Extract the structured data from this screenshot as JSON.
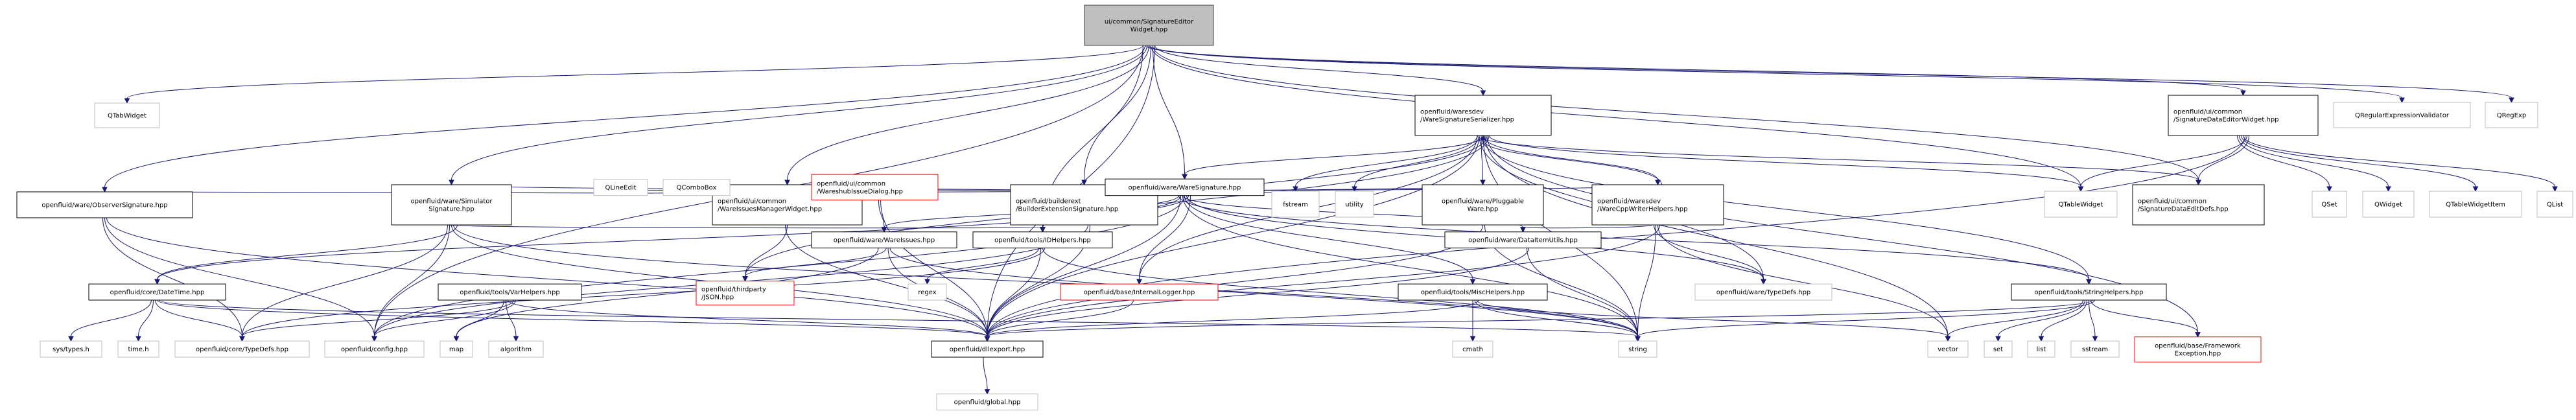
{
  "diagram": {
    "title": "ui/common/SignatureEditorWidget.hpp include dependency graph",
    "colors": {
      "edge": "#191970",
      "root_fill": "#bfbfbf",
      "root_stroke": "#404040",
      "documented_stroke": "#000000",
      "undocumented_stroke": "#bfbfbf",
      "truncated_stroke": "#ff0000"
    },
    "nodes": [
      {
        "id": "root",
        "lines": [
          "ui/common/SignatureEditor",
          "Widget.hpp"
        ],
        "kind": "root"
      },
      {
        "id": "qtabwidget",
        "lines": [
          "QTabWidget"
        ],
        "kind": "external"
      },
      {
        "id": "observersig",
        "lines": [
          "openfluid/ware/ObserverSignature.hpp"
        ],
        "kind": "documented"
      },
      {
        "id": "simulatorsig",
        "lines": [
          "openfluid/ware/Simulator",
          "Signature.hpp"
        ],
        "kind": "documented"
      },
      {
        "id": "wareissuesmgr",
        "lines": [
          "openfluid/ui/common",
          "/WareIssuesManagerWidget.hpp"
        ],
        "kind": "documented"
      },
      {
        "id": "builderextsig",
        "lines": [
          "openfluid/builderext",
          "/BuilderExtensionSignature.hpp"
        ],
        "kind": "documented"
      },
      {
        "id": "fstream",
        "lines": [
          "fstream"
        ],
        "kind": "external"
      },
      {
        "id": "utility",
        "lines": [
          "utility"
        ],
        "kind": "external"
      },
      {
        "id": "serializer",
        "lines": [
          "openfluid/waresdev",
          "/WareSignatureSerializer.hpp"
        ],
        "kind": "documented"
      },
      {
        "id": "pluggable",
        "lines": [
          "openfluid/ware/Pluggable",
          "Ware.hpp"
        ],
        "kind": "documented"
      },
      {
        "id": "cppwriter",
        "lines": [
          "openfluid/waresdev",
          "/WareCppWriterHelpers.hpp"
        ],
        "kind": "documented"
      },
      {
        "id": "sigdataeditor",
        "lines": [
          "openfluid/ui/common",
          "/SignatureDataEditorWidget.hpp"
        ],
        "kind": "documented"
      },
      {
        "id": "qregexpvalidator",
        "lines": [
          "QRegularExpressionValidator"
        ],
        "kind": "external"
      },
      {
        "id": "qregexp",
        "lines": [
          "QRegExp"
        ],
        "kind": "external"
      },
      {
        "id": "qtablewidget",
        "lines": [
          "QTableWidget"
        ],
        "kind": "external"
      },
      {
        "id": "sigdataeditdefs",
        "lines": [
          "openfluid/ui/common",
          "/SignatureDataEditDefs.hpp"
        ],
        "kind": "documented"
      },
      {
        "id": "qset",
        "lines": [
          "QSet"
        ],
        "kind": "external"
      },
      {
        "id": "qwidget",
        "lines": [
          "QWidget"
        ],
        "kind": "external"
      },
      {
        "id": "qtablewidgetitem",
        "lines": [
          "QTableWidgetItem"
        ],
        "kind": "external"
      },
      {
        "id": "qlist",
        "lines": [
          "QList"
        ],
        "kind": "external"
      },
      {
        "id": "qlineedit",
        "lines": [
          "QLineEdit"
        ],
        "kind": "external"
      },
      {
        "id": "qcombobox",
        "lines": [
          "QComboBox"
        ],
        "kind": "external"
      },
      {
        "id": "wareshubdialog",
        "lines": [
          "openfluid/ui/common",
          "/WareshubIssueDialog.hpp"
        ],
        "kind": "truncated"
      },
      {
        "id": "waresignature",
        "lines": [
          "openfluid/ware/WareSignature.hpp"
        ],
        "kind": "documented"
      },
      {
        "id": "wareissues",
        "lines": [
          "openfluid/ware/WareIssues.hpp"
        ],
        "kind": "documented"
      },
      {
        "id": "idhelpers",
        "lines": [
          "openfluid/tools/IDHelpers.hpp"
        ],
        "kind": "documented"
      },
      {
        "id": "dataitemutils",
        "lines": [
          "openfluid/ware/DataItemUtils.hpp"
        ],
        "kind": "documented"
      },
      {
        "id": "datetime",
        "lines": [
          "openfluid/core/DateTime.hpp"
        ],
        "kind": "documented"
      },
      {
        "id": "varhelpers",
        "lines": [
          "openfluid/tools/VarHelpers.hpp"
        ],
        "kind": "documented"
      },
      {
        "id": "json",
        "lines": [
          "openfluid/thirdparty",
          "/JSON.hpp"
        ],
        "kind": "truncated"
      },
      {
        "id": "regex",
        "lines": [
          "regex"
        ],
        "kind": "external"
      },
      {
        "id": "internallogger",
        "lines": [
          "openfluid/base/InternalLogger.hpp"
        ],
        "kind": "truncated"
      },
      {
        "id": "mischelpers",
        "lines": [
          "openfluid/tools/MiscHelpers.hpp"
        ],
        "kind": "documented"
      },
      {
        "id": "waretypedefs",
        "lines": [
          "openfluid/ware/TypeDefs.hpp"
        ],
        "kind": "external"
      },
      {
        "id": "stringhelpers",
        "lines": [
          "openfluid/tools/StringHelpers.hpp"
        ],
        "kind": "documented"
      },
      {
        "id": "systypes",
        "lines": [
          "sys/types.h"
        ],
        "kind": "external"
      },
      {
        "id": "timeh",
        "lines": [
          "time.h"
        ],
        "kind": "external"
      },
      {
        "id": "coretypedefs",
        "lines": [
          "openfluid/core/TypeDefs.hpp"
        ],
        "kind": "external"
      },
      {
        "id": "config",
        "lines": [
          "openfluid/config.hpp"
        ],
        "kind": "external"
      },
      {
        "id": "map",
        "lines": [
          "map"
        ],
        "kind": "external"
      },
      {
        "id": "algorithm",
        "lines": [
          "algorithm"
        ],
        "kind": "external"
      },
      {
        "id": "dllexport",
        "lines": [
          "openfluid/dllexport.hpp"
        ],
        "kind": "documented"
      },
      {
        "id": "global",
        "lines": [
          "openfluid/global.hpp"
        ],
        "kind": "external"
      },
      {
        "id": "cmath",
        "lines": [
          "cmath"
        ],
        "kind": "external"
      },
      {
        "id": "string",
        "lines": [
          "string"
        ],
        "kind": "external"
      },
      {
        "id": "vector",
        "lines": [
          "vector"
        ],
        "kind": "external"
      },
      {
        "id": "set",
        "lines": [
          "set"
        ],
        "kind": "external"
      },
      {
        "id": "list",
        "lines": [
          "list"
        ],
        "kind": "external"
      },
      {
        "id": "sstream",
        "lines": [
          "sstream"
        ],
        "kind": "external"
      },
      {
        "id": "frameworkexception",
        "lines": [
          "openfluid/base/Framework",
          "Exception.hpp"
        ],
        "kind": "truncated"
      }
    ],
    "edges": [
      [
        "root",
        "qtabwidget"
      ],
      [
        "root",
        "observersig"
      ],
      [
        "root",
        "simulatorsig"
      ],
      [
        "root",
        "wareissuesmgr"
      ],
      [
        "root",
        "builderextsig"
      ],
      [
        "root",
        "waresignature"
      ],
      [
        "root",
        "serializer"
      ],
      [
        "root",
        "idhelpers"
      ],
      [
        "root",
        "sigdataeditor"
      ],
      [
        "root",
        "qregexpvalidator"
      ],
      [
        "root",
        "qregexp"
      ],
      [
        "root",
        "qtablewidget"
      ],
      [
        "root",
        "sigdataeditdefs"
      ],
      [
        "root",
        "dllexport"
      ],
      [
        "root",
        "config"
      ],
      [
        "observersig",
        "waresignature"
      ],
      [
        "observersig",
        "coretypedefs"
      ],
      [
        "observersig",
        "config"
      ],
      [
        "observersig",
        "dllexport"
      ],
      [
        "simulatorsig",
        "waresignature"
      ],
      [
        "simulatorsig",
        "datetime"
      ],
      [
        "simulatorsig",
        "idhelpers"
      ],
      [
        "simulatorsig",
        "coretypedefs"
      ],
      [
        "simulatorsig",
        "config"
      ],
      [
        "simulatorsig",
        "dllexport"
      ],
      [
        "simulatorsig",
        "string"
      ],
      [
        "wareissuesmgr",
        "qlineedit"
      ],
      [
        "wareissuesmgr",
        "qcombobox"
      ],
      [
        "wareissuesmgr",
        "wareshubdialog"
      ],
      [
        "wareissuesmgr",
        "waresignature"
      ],
      [
        "wareissuesmgr",
        "dllexport"
      ],
      [
        "wareissuesmgr",
        "json"
      ],
      [
        "builderextsig",
        "waresignature"
      ],
      [
        "builderextsig",
        "config"
      ],
      [
        "builderextsig",
        "dllexport"
      ],
      [
        "serializer",
        "fstream"
      ],
      [
        "serializer",
        "utility"
      ],
      [
        "serializer",
        "pluggable"
      ],
      [
        "serializer",
        "cppwriter"
      ],
      [
        "serializer",
        "waresignature"
      ],
      [
        "serializer",
        "idhelpers"
      ],
      [
        "serializer",
        "json"
      ],
      [
        "serializer",
        "internallogger"
      ],
      [
        "serializer",
        "waretypedefs"
      ],
      [
        "serializer",
        "stringhelpers"
      ],
      [
        "serializer",
        "string"
      ],
      [
        "serializer",
        "vector"
      ],
      [
        "serializer",
        "frameworkexception"
      ],
      [
        "serializer",
        "qtablewidget"
      ],
      [
        "serializer",
        "sigdataeditdefs"
      ],
      [
        "serializer",
        "dllexport"
      ],
      [
        "pluggable",
        "waresignature"
      ],
      [
        "pluggable",
        "dllexport"
      ],
      [
        "pluggable",
        "string"
      ],
      [
        "cppwriter",
        "serializer"
      ],
      [
        "cppwriter",
        "waresignature"
      ],
      [
        "cppwriter",
        "dataitemutils"
      ],
      [
        "cppwriter",
        "waretypedefs"
      ],
      [
        "cppwriter",
        "string"
      ],
      [
        "cppwriter",
        "vector"
      ],
      [
        "cppwriter",
        "dllexport"
      ],
      [
        "sigdataeditor",
        "qtablewidget"
      ],
      [
        "sigdataeditor",
        "sigdataeditdefs"
      ],
      [
        "sigdataeditor",
        "qset"
      ],
      [
        "sigdataeditor",
        "qwidget"
      ],
      [
        "sigdataeditor",
        "qtablewidgetitem"
      ],
      [
        "sigdataeditor",
        "qlist"
      ],
      [
        "sigdataeditor",
        "dllexport"
      ],
      [
        "wareshubdialog",
        "wareissues"
      ],
      [
        "wareshubdialog",
        "dllexport"
      ],
      [
        "waresignature",
        "wareissues"
      ],
      [
        "waresignature",
        "idhelpers"
      ],
      [
        "waresignature",
        "dataitemutils"
      ],
      [
        "waresignature",
        "mischelpers"
      ],
      [
        "waresignature",
        "waretypedefs"
      ],
      [
        "waresignature",
        "datetime"
      ],
      [
        "waresignature",
        "internallogger"
      ],
      [
        "waresignature",
        "stringhelpers"
      ],
      [
        "waresignature",
        "dllexport"
      ],
      [
        "waresignature",
        "string"
      ],
      [
        "waresignature",
        "config"
      ],
      [
        "wareissues",
        "json"
      ],
      [
        "wareissues",
        "dllexport"
      ],
      [
        "wareissues",
        "string"
      ],
      [
        "wareissues",
        "map"
      ],
      [
        "idhelpers",
        "regex"
      ],
      [
        "idhelpers",
        "dllexport"
      ],
      [
        "idhelpers",
        "string"
      ],
      [
        "idhelpers",
        "coretypedefs"
      ],
      [
        "dataitemutils",
        "string"
      ],
      [
        "dataitemutils",
        "dllexport"
      ],
      [
        "datetime",
        "systypes"
      ],
      [
        "datetime",
        "timeh"
      ],
      [
        "datetime",
        "coretypedefs"
      ],
      [
        "datetime",
        "dllexport"
      ],
      [
        "datetime",
        "string"
      ],
      [
        "varhelpers",
        "coretypedefs"
      ],
      [
        "varhelpers",
        "config"
      ],
      [
        "varhelpers",
        "map"
      ],
      [
        "varhelpers",
        "algorithm"
      ],
      [
        "varhelpers",
        "dllexport"
      ],
      [
        "mischelpers",
        "cmath"
      ],
      [
        "mischelpers",
        "string"
      ],
      [
        "mischelpers",
        "vector"
      ],
      [
        "mischelpers",
        "dllexport"
      ],
      [
        "stringhelpers",
        "vector"
      ],
      [
        "stringhelpers",
        "set"
      ],
      [
        "stringhelpers",
        "list"
      ],
      [
        "stringhelpers",
        "sstream"
      ],
      [
        "stringhelpers",
        "frameworkexception"
      ],
      [
        "stringhelpers",
        "dllexport"
      ],
      [
        "stringhelpers",
        "string"
      ],
      [
        "internallogger",
        "dllexport"
      ],
      [
        "dllexport",
        "global"
      ]
    ]
  }
}
